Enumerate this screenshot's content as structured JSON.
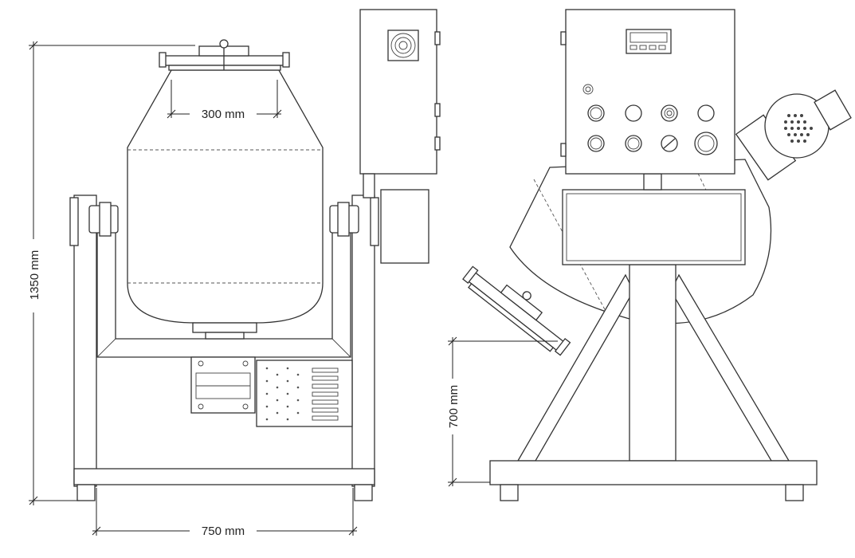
{
  "drawing": {
    "dimensions": {
      "lid_opening": "300 mm",
      "total_height": "1350 mm",
      "frame_width": "750 mm",
      "lid_height": "700 mm"
    },
    "colors": {
      "line": "#333333",
      "background": "#ffffff"
    }
  }
}
